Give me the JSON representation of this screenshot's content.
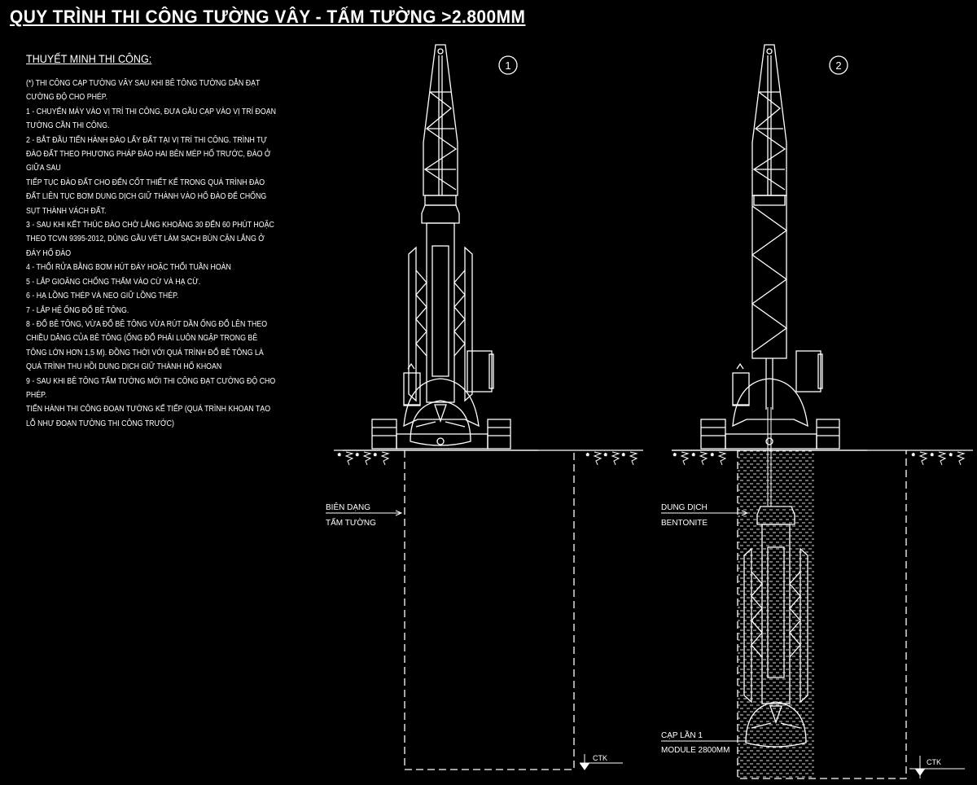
{
  "title": "QUY TRÌNH THI CÔNG TƯỜNG VÂY - TẤM TƯỜNG >2.800MM",
  "notes": {
    "heading": "THUYẾT MINH THI CÔNG:",
    "lines": [
      "(*) THI CÔNG CẠP TƯỜNG VÂY SAU KHI BÊ TÔNG TƯỜNG DẪN ĐẠT",
      "CƯỜNG ĐỘ CHO PHÉP.",
      "1  - CHUYỂN MÁY VÀO VỊ TRÍ THI CÔNG, ĐƯA GẦU CẠP VÀO VỊ TRÍ ĐOẠN",
      "TƯỜNG CẦN THI CÔNG.",
      "2  - BẮT ĐẦU TIẾN HÀNH ĐÀO LẤY ĐẤT TẠI VỊ TRÍ THI CÔNG. TRÌNH TỰ",
      "ĐÀO ĐẤT THEO PHƯƠNG PHÁP ĐÀO HAI BÊN MÉP HỐ TRƯỚC, ĐÀO Ở",
      "GIỮA SAU",
      "TIẾP TỤC ĐÀO ĐẤT CHO ĐẾN CỐT THIẾT KẾ TRONG QUÁ TRÌNH ĐÀO",
      "ĐẤT LIÊN TỤC BƠM DUNG DỊCH GIỮ THÀNH VÀO HỐ ĐÀO ĐỂ CHỐNG",
      "SỤT THÀNH VÁCH ĐẤT.",
      "3  - SAU KHI KẾT THÚC ĐÀO CHỜ LẮNG KHOẢNG 30 ĐẾN 60 PHÚT HOẶC",
      "THEO TCVN 9395-2012, DÙNG GẦU VÉT LÀM SẠCH BÙN CẶN LẮNG Ở",
      "ĐÁY HỐ ĐÀO",
      "4  - THỔI RỬA BẰNG BƠM HÚT ĐÁY HOẶC THỔI TUẦN HOÀN",
      "5  - LẮP GIOĂNG CHỐNG THẤM VÀO CỪ VÀ HẠ CỪ.",
      "6  - HẠ LỒNG THÉP VÀ NEO GIỮ LỒNG THÉP.",
      "7  - LẮP HỆ ỐNG ĐỔ BÊ TÔNG.",
      "8  - ĐỔ BÊ TÔNG, VỪA ĐỔ BÊ TÔNG VỪA RÚT DẦN ỐNG ĐỔ LÊN THEO",
      "CHIỀU DÂNG CỦA BÊ TÔNG (ỐNG ĐỔ PHẢI LUÔN NGẬP TRONG BÊ",
      "TÔNG LỚN HƠN 1,5 M).   ĐỒNG THỜI VỚI QUÁ TRÌNH ĐỔ BÊ TÔNG  LÀ",
      "QUÁ TRÌNH THU HỒI  DUNG DỊCH GIỮ THÀNH HỐ KHOAN",
      "9  - SAU KHI BÊ TÔNG TẤM TƯỜNG MỚI THI CÔNG ĐẠT CƯỜNG ĐỘ CHO",
      "PHÉP.",
      "TIẾN HÀNH THI CÔNG ĐOẠN TƯỜNG KẾ TIẾP (QUÁ TRÌNH KHOAN TẠO",
      "LỖ NHƯ ĐOẠN TƯỜNG THI CÔNG TRƯỚC)"
    ]
  },
  "step1": {
    "number": "1",
    "label_line1": "BIÊN DẠNG",
    "label_line2": "TẤM TƯỜNG",
    "level": "CTK"
  },
  "step2": {
    "number": "2",
    "label_line1": "DUNG DỊCH",
    "label_line2": "BENTONITE",
    "grab_line1": "CẠP LẦN 1",
    "grab_line2": "MODULE 2800MM",
    "level": "CTK"
  }
}
